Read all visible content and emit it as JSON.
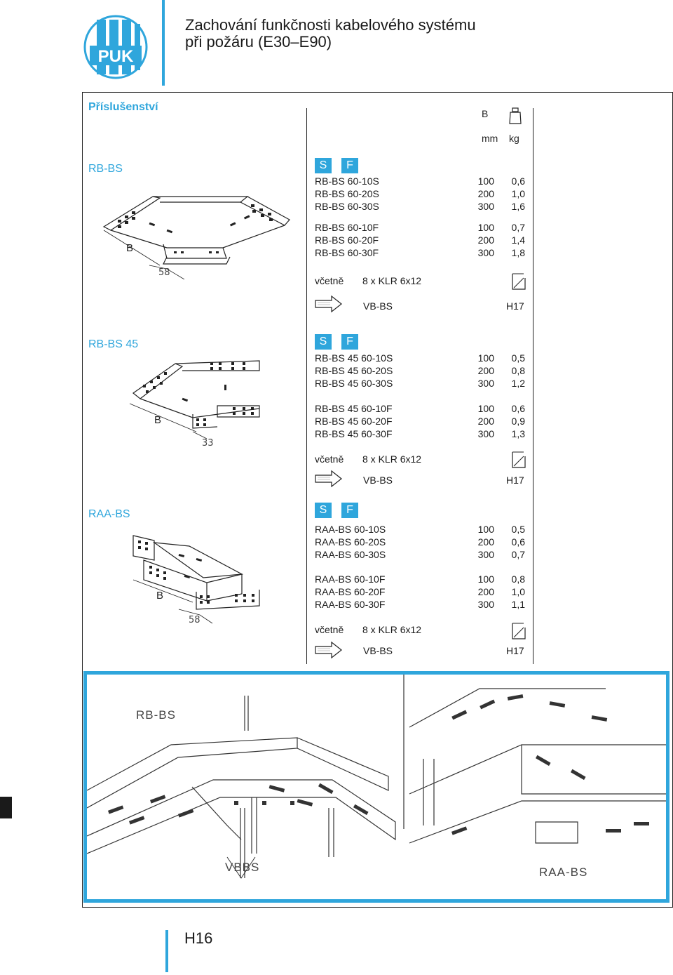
{
  "brand": {
    "logo_text": "PUK",
    "accent": "#2fa6dc"
  },
  "header": {
    "title_line1": "Zachování funkčnosti kabelového systému",
    "title_line2": "při požáru (E30–E90)"
  },
  "section": {
    "heading": "Příslušenství"
  },
  "columns": {
    "b": "B",
    "mm": "mm",
    "kg": "kg",
    "weight_icon": "weight-icon"
  },
  "sf": {
    "s": "S",
    "f": "F"
  },
  "groups": [
    {
      "name": "RB-BS",
      "rows_s": [
        {
          "code": "RB-BS 60-10S",
          "b": "100",
          "kg": "0,6"
        },
        {
          "code": "RB-BS 60-20S",
          "b": "200",
          "kg": "1,0"
        },
        {
          "code": "RB-BS 60-30S",
          "b": "300",
          "kg": "1,6"
        }
      ],
      "rows_f": [
        {
          "code": "RB-BS 60-10F",
          "b": "100",
          "kg": "0,7"
        },
        {
          "code": "RB-BS 60-20F",
          "b": "200",
          "kg": "1,4"
        },
        {
          "code": "RB-BS 60-30F",
          "b": "300",
          "kg": "1,8"
        }
      ],
      "incl_label": "včetně",
      "incl_qty": "8 x KLR 6x12",
      "ref": "VB-BS",
      "page": "H17",
      "dim_b": "B",
      "dim_off": "58"
    },
    {
      "name": "RB-BS 45",
      "rows_s": [
        {
          "code": "RB-BS 45 60-10S",
          "b": "100",
          "kg": "0,5"
        },
        {
          "code": "RB-BS 45 60-20S",
          "b": "200",
          "kg": "0,8"
        },
        {
          "code": "RB-BS 45 60-30S",
          "b": "300",
          "kg": "1,2"
        }
      ],
      "rows_f": [
        {
          "code": "RB-BS 45 60-10F",
          "b": "100",
          "kg": "0,6"
        },
        {
          "code": "RB-BS 45 60-20F",
          "b": "200",
          "kg": "0,9"
        },
        {
          "code": "RB-BS 45 60-30F",
          "b": "300",
          "kg": "1,3"
        }
      ],
      "incl_label": "včetně",
      "incl_qty": "8 x KLR 6x12",
      "ref": "VB-BS",
      "page": "H17",
      "dim_b": "B",
      "dim_off": "33"
    },
    {
      "name": "RAA-BS",
      "rows_s": [
        {
          "code": "RAA-BS 60-10S",
          "b": "100",
          "kg": "0,5"
        },
        {
          "code": "RAA-BS 60-20S",
          "b": "200",
          "kg": "0,6"
        },
        {
          "code": "RAA-BS 60-30S",
          "b": "300",
          "kg": "0,7"
        }
      ],
      "rows_f": [
        {
          "code": "RAA-BS 60-10F",
          "b": "100",
          "kg": "0,8"
        },
        {
          "code": "RAA-BS 60-20F",
          "b": "200",
          "kg": "1,0"
        },
        {
          "code": "RAA-BS 60-30F",
          "b": "300",
          "kg": "1,1"
        }
      ],
      "incl_label": "včetně",
      "incl_qty": "8 x KLR 6x12",
      "ref": "VB-BS",
      "page": "H17",
      "dim_b": "B",
      "dim_off": "58"
    }
  ],
  "photo": {
    "label_rbbs": "RB-BS",
    "label_vbbs": "VBBS",
    "label_raabs": "RAA-BS"
  },
  "footer": {
    "page_number": "H16"
  }
}
